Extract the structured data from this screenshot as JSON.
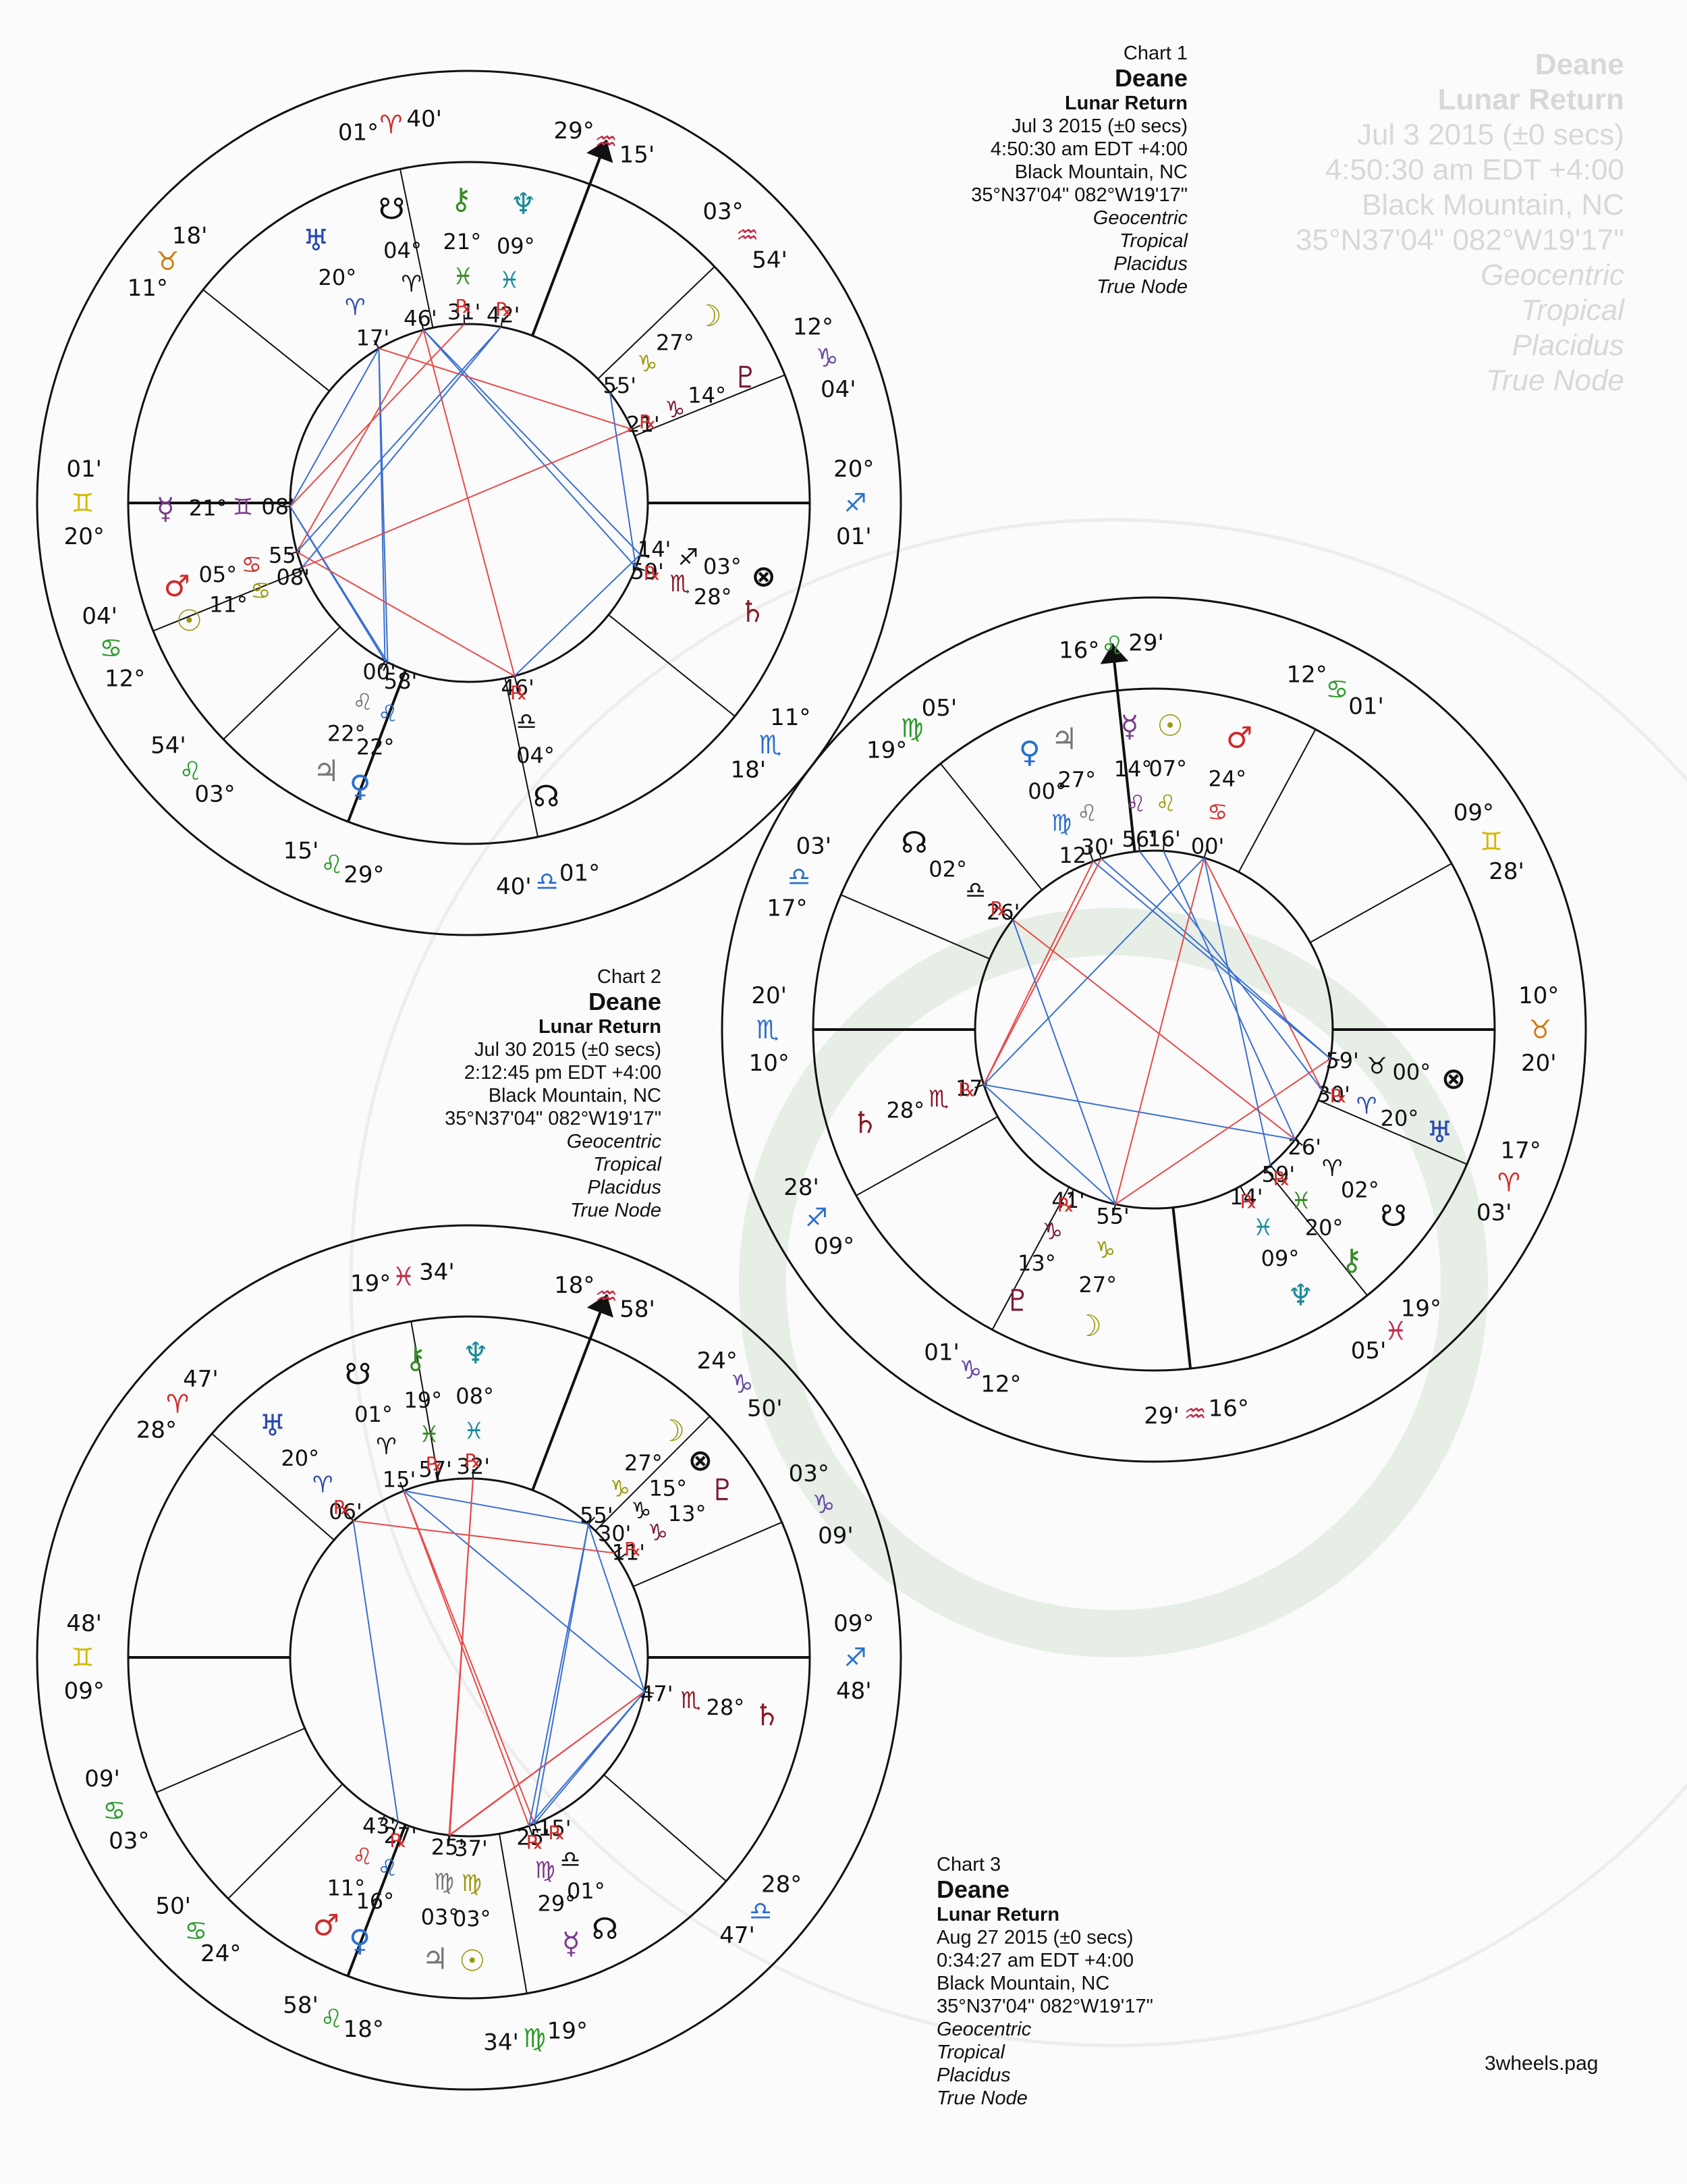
{
  "charts": [
    {
      "label": "Chart 1",
      "name": "Deane",
      "type": "Lunar Return",
      "date": "Jul 3 2015  (±0 secs)",
      "time": "4:50:30 am  EDT +4:00",
      "place": "Black Mountain, NC",
      "coords": "35°N37'04\" 082°W19'17\"",
      "zodiac": "Geocentric",
      "system": "Tropical",
      "houses": "Placidus",
      "node": "True Node",
      "cusps": [
        {
          "deg": "20°",
          "sign": "♊",
          "min": "01'",
          "color": "#d4b800"
        },
        {
          "deg": "12°",
          "sign": "♋",
          "min": "04'",
          "color": "#2a9a2a"
        },
        {
          "deg": "03°",
          "sign": "♌",
          "min": "54'",
          "color": "#2a9a2a"
        },
        {
          "deg": "29°",
          "sign": "♌",
          "min": "15'",
          "color": "#2a9a2a"
        },
        {
          "deg": "01°",
          "sign": "♎",
          "min": "40'",
          "color": "#2a6fd0"
        },
        {
          "deg": "11°",
          "sign": "♏",
          "min": "18'",
          "color": "#2a6fd0"
        },
        {
          "deg": "20°",
          "sign": "♐",
          "min": "01'",
          "color": "#2a6fd0"
        },
        {
          "deg": "12°",
          "sign": "♑",
          "min": "04'",
          "color": "#6a4aa8"
        },
        {
          "deg": "03°",
          "sign": "♒",
          "min": "54'",
          "color": "#c0304a"
        },
        {
          "deg": "29°",
          "sign": "♒",
          "min": "15'",
          "color": "#c0304a"
        },
        {
          "deg": "01°",
          "sign": "♈",
          "min": "40'",
          "color": "#d02a2a"
        },
        {
          "deg": "11°",
          "sign": "♉",
          "min": "18'",
          "color": "#d07a10"
        }
      ],
      "planets": [
        {
          "glyph": "☿",
          "deg": "21°",
          "sign": "♊",
          "min": "08'",
          "color": "#7a3a8a"
        },
        {
          "glyph": "♂",
          "deg": "05°",
          "sign": "♋",
          "min": "55'",
          "color": "#d02a2a"
        },
        {
          "glyph": "☉",
          "deg": "11°",
          "sign": "♋",
          "min": "08'",
          "color": "#9a9a10"
        },
        {
          "glyph": "♃",
          "deg": "22°",
          "sign": "♌",
          "min": "00'",
          "color": "#777777"
        },
        {
          "glyph": "♀",
          "deg": "22°",
          "sign": "♌",
          "min": "58'",
          "color": "#2a6fd0"
        },
        {
          "glyph": "☊",
          "deg": "04°",
          "sign": "♎",
          "min": "46'",
          "rx": "℞",
          "color": "#111111"
        },
        {
          "glyph": "♄",
          "deg": "28°",
          "sign": "♏",
          "min": "59'",
          "rx": "℞",
          "color": "#8a1a2a"
        },
        {
          "glyph": "⊗",
          "deg": "03°",
          "sign": "♐",
          "min": "14'",
          "color": "#111111"
        },
        {
          "glyph": "♇",
          "deg": "14°",
          "sign": "♑",
          "min": "21'",
          "rx": "℞",
          "color": "#7a1a3a"
        },
        {
          "glyph": "☽",
          "deg": "27°",
          "sign": "♑",
          "min": "55'",
          "color": "#9a9a10"
        },
        {
          "glyph": "♆",
          "deg": "09°",
          "sign": "♓",
          "min": "42'",
          "rx": "℞",
          "color": "#1a8a9a"
        },
        {
          "glyph": "⚷",
          "deg": "21°",
          "sign": "♓",
          "min": "31'",
          "rx": "℞",
          "color": "#3a8a2a"
        },
        {
          "glyph": "☋",
          "deg": "04°",
          "sign": "♈",
          "min": "46'",
          "color": "#111111"
        },
        {
          "glyph": "♅",
          "deg": "20°",
          "sign": "♈",
          "min": "17'",
          "color": "#2a4ab0"
        }
      ]
    },
    {
      "label": "Chart 2",
      "name": "Deane",
      "type": "Lunar Return",
      "date": "Jul 30 2015  (±0 secs)",
      "time": "2:12:45 pm  EDT +4:00",
      "place": "Black Mountain, NC",
      "coords": "35°N37'04\" 082°W19'17\"",
      "zodiac": "Geocentric",
      "system": "Tropical",
      "houses": "Placidus",
      "node": "True Node",
      "cusps": [
        {
          "deg": "10°",
          "sign": "♏",
          "min": "20'",
          "color": "#2a6fd0"
        },
        {
          "deg": "09°",
          "sign": "♐",
          "min": "28'",
          "color": "#2a6fd0"
        },
        {
          "deg": "12°",
          "sign": "♑",
          "min": "01'",
          "color": "#6a4aa8"
        },
        {
          "deg": "16°",
          "sign": "♒",
          "min": "29'",
          "color": "#c0304a"
        },
        {
          "deg": "19°",
          "sign": "♓",
          "min": "05'",
          "color": "#c0304a"
        },
        {
          "deg": "17°",
          "sign": "♈",
          "min": "03'",
          "color": "#d02a2a"
        },
        {
          "deg": "10°",
          "sign": "♉",
          "min": "20'",
          "color": "#d07a10"
        },
        {
          "deg": "09°",
          "sign": "♊",
          "min": "28'",
          "color": "#d4b800"
        },
        {
          "deg": "12°",
          "sign": "♋",
          "min": "01'",
          "color": "#2a9a2a"
        },
        {
          "deg": "16°",
          "sign": "♌",
          "min": "29'",
          "color": "#2a9a2a"
        },
        {
          "deg": "19°",
          "sign": "♍",
          "min": "05'",
          "color": "#2a9a2a"
        },
        {
          "deg": "17°",
          "sign": "♎",
          "min": "03'",
          "color": "#2a6fd0"
        }
      ],
      "planets": [
        {
          "glyph": "♄",
          "deg": "28°",
          "sign": "♏",
          "min": "17'",
          "rx": "℞",
          "color": "#8a1a2a"
        },
        {
          "glyph": "♇",
          "deg": "13°",
          "sign": "♑",
          "min": "41'",
          "rx": "℞",
          "color": "#7a1a3a"
        },
        {
          "glyph": "☽",
          "deg": "27°",
          "sign": "♑",
          "min": "55'",
          "color": "#9a9a10"
        },
        {
          "glyph": "♆",
          "deg": "09°",
          "sign": "♓",
          "min": "14'",
          "rx": "℞",
          "color": "#1a8a9a"
        },
        {
          "glyph": "⚷",
          "deg": "20°",
          "sign": "♓",
          "min": "59'",
          "rx": "℞",
          "color": "#3a8a2a"
        },
        {
          "glyph": "☋",
          "deg": "02°",
          "sign": "♈",
          "min": "26'",
          "color": "#111111"
        },
        {
          "glyph": "♅",
          "deg": "20°",
          "sign": "♈",
          "min": "30'",
          "rx": "℞",
          "color": "#2a4ab0"
        },
        {
          "glyph": "⊗",
          "deg": "00°",
          "sign": "♉",
          "min": "59'",
          "color": "#111111"
        },
        {
          "glyph": "♂",
          "deg": "24°",
          "sign": "♋",
          "min": "00'",
          "color": "#d02a2a"
        },
        {
          "glyph": "☿",
          "deg": "14°",
          "sign": "♌",
          "min": "56'",
          "color": "#7a3a8a"
        },
        {
          "glyph": "☉",
          "deg": "07°",
          "sign": "♌",
          "min": "16'",
          "color": "#9a9a10"
        },
        {
          "glyph": "♀",
          "deg": "00°",
          "sign": "♍",
          "min": "12'",
          "color": "#2a6fd0"
        },
        {
          "glyph": "♃",
          "deg": "27°",
          "sign": "♌",
          "min": "30'",
          "color": "#777777"
        },
        {
          "glyph": "☊",
          "deg": "02°",
          "sign": "♎",
          "min": "26'",
          "rx": "℞",
          "color": "#111111"
        }
      ]
    },
    {
      "label": "Chart 3",
      "name": "Deane",
      "type": "Lunar Return",
      "date": "Aug 27 2015  (±0 secs)",
      "time": "0:34:27 am  EDT +4:00",
      "place": "Black Mountain, NC",
      "coords": "35°N37'04\" 082°W19'17\"",
      "zodiac": "Geocentric",
      "system": "Tropical",
      "houses": "Placidus",
      "node": "True Node",
      "cusps": [
        {
          "deg": "09°",
          "sign": "♊",
          "min": "48'",
          "color": "#d4b800"
        },
        {
          "deg": "03°",
          "sign": "♋",
          "min": "09'",
          "color": "#2a9a2a"
        },
        {
          "deg": "24°",
          "sign": "♋",
          "min": "50'",
          "color": "#2a9a2a"
        },
        {
          "deg": "18°",
          "sign": "♌",
          "min": "58'",
          "color": "#2a9a2a"
        },
        {
          "deg": "19°",
          "sign": "♍",
          "min": "34'",
          "color": "#2a9a2a"
        },
        {
          "deg": "28°",
          "sign": "♎",
          "min": "47'",
          "color": "#2a6fd0"
        },
        {
          "deg": "09°",
          "sign": "♐",
          "min": "48'",
          "color": "#2a6fd0"
        },
        {
          "deg": "03°",
          "sign": "♑",
          "min": "09'",
          "color": "#6a4aa8"
        },
        {
          "deg": "24°",
          "sign": "♑",
          "min": "50'",
          "color": "#6a4aa8"
        },
        {
          "deg": "18°",
          "sign": "♒",
          "min": "58'",
          "color": "#c0304a"
        },
        {
          "deg": "19°",
          "sign": "♓",
          "min": "34'",
          "color": "#c0304a"
        },
        {
          "deg": "28°",
          "sign": "♈",
          "min": "47'",
          "color": "#d02a2a"
        }
      ],
      "planets": [
        {
          "glyph": "♂",
          "deg": "11°",
          "sign": "♌",
          "min": "43'",
          "color": "#d02a2a"
        },
        {
          "glyph": "♀",
          "deg": "16°",
          "sign": "♌",
          "min": "27'",
          "rx": "℞",
          "color": "#2a6fd0"
        },
        {
          "glyph": "♃",
          "deg": "03°",
          "sign": "♍",
          "min": "25'",
          "color": "#777777"
        },
        {
          "glyph": "☉",
          "deg": "03°",
          "sign": "♍",
          "min": "37'",
          "color": "#9a9a10"
        },
        {
          "glyph": "☿",
          "deg": "29°",
          "sign": "♍",
          "min": "25'",
          "rx": "℞",
          "color": "#7a3a8a"
        },
        {
          "glyph": "☊",
          "deg": "01°",
          "sign": "♎",
          "min": "15'",
          "rx": "℞",
          "color": "#111111"
        },
        {
          "glyph": "♄",
          "deg": "28°",
          "sign": "♏",
          "min": "47'",
          "color": "#8a1a2a"
        },
        {
          "glyph": "♇",
          "deg": "13°",
          "sign": "♑",
          "min": "11'",
          "rx": "℞",
          "color": "#7a1a3a"
        },
        {
          "glyph": "⊗",
          "deg": "15°",
          "sign": "♑",
          "min": "30'",
          "color": "#111111"
        },
        {
          "glyph": "☽",
          "deg": "27°",
          "sign": "♑",
          "min": "55'",
          "color": "#9a9a10"
        },
        {
          "glyph": "♆",
          "deg": "08°",
          "sign": "♓",
          "min": "32'",
          "rx": "℞",
          "color": "#1a8a9a"
        },
        {
          "glyph": "⚷",
          "deg": "19°",
          "sign": "♓",
          "min": "57'",
          "rx": "℞",
          "color": "#3a8a2a"
        },
        {
          "glyph": "☋",
          "deg": "01°",
          "sign": "♈",
          "min": "15'",
          "color": "#111111"
        },
        {
          "glyph": "♅",
          "deg": "20°",
          "sign": "♈",
          "min": "06'",
          "rx": "℞",
          "color": "#2a4ab0"
        }
      ]
    }
  ],
  "footer": "3wheels.pag",
  "colors": {
    "line": "#111111",
    "aspect_red": "#e84a4a",
    "aspect_blue": "#3a6fd0",
    "paper": "#fbfbfb"
  }
}
